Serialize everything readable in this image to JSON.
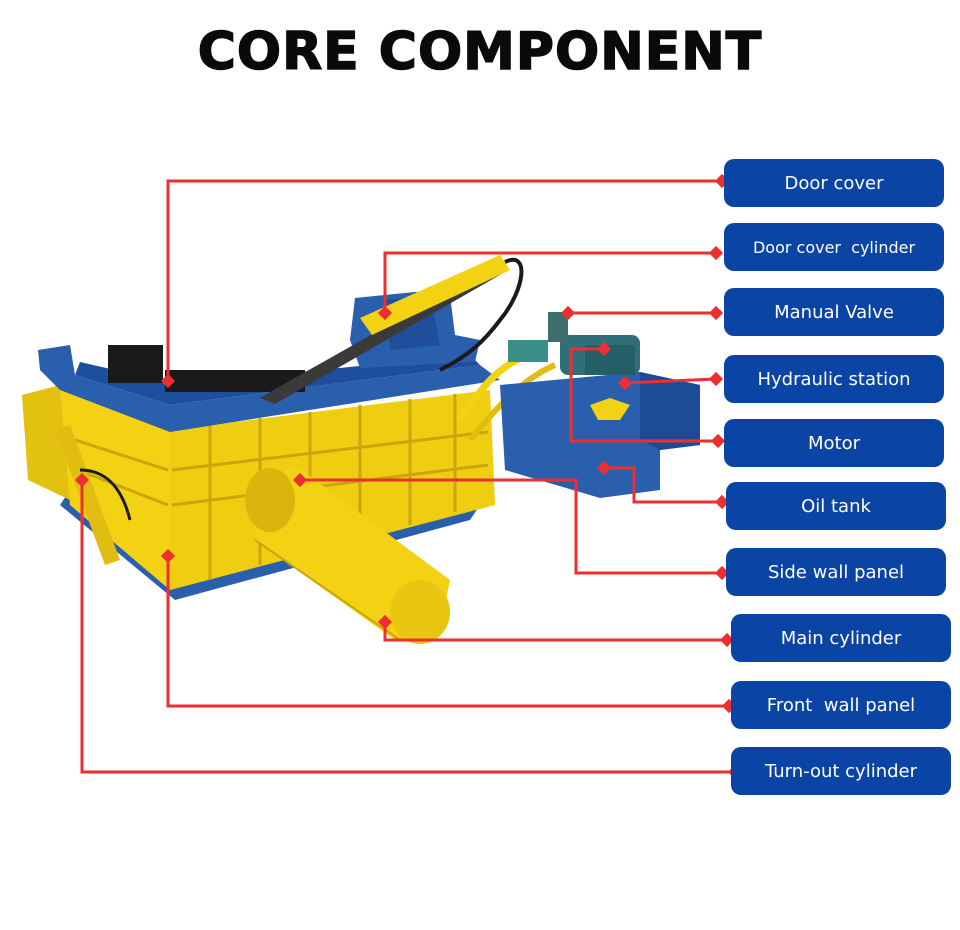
{
  "title": "CORE COMPONENT",
  "colors": {
    "label_bg": "#0a44a4",
    "label_text": "#ffffff",
    "leader_line": "#ee2f2f",
    "machine_yellow": "#f3d213",
    "machine_blue": "#2a5fae"
  },
  "components": [
    {
      "label": "Door cover"
    },
    {
      "label": "Door cover  cylinder"
    },
    {
      "label": "Manual Valve"
    },
    {
      "label": "Hydraulic station"
    },
    {
      "label": "Motor"
    },
    {
      "label": "Oil tank"
    },
    {
      "label": "Side wall panel"
    },
    {
      "label": "Main cylinder"
    },
    {
      "label": "Front  wall panel"
    },
    {
      "label": "Turn-out cylinder"
    }
  ]
}
